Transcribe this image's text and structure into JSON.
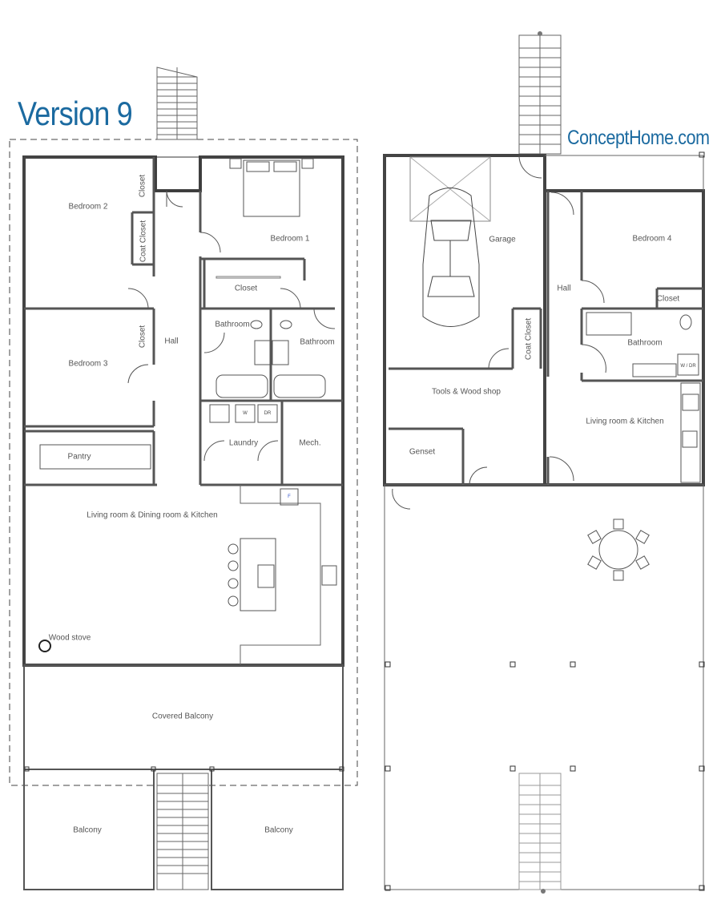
{
  "title": "Version 9",
  "brand": "ConceptHome.com",
  "left_plan": {
    "rooms": {
      "bedroom2": "Bedroom 2",
      "closet_top": "Closet",
      "coat_closet": "Coat Closet",
      "bedroom1": "Bedroom 1",
      "closet_b1": "Closet",
      "hall": "Hall",
      "closet_hall": "Closet",
      "bedroom3": "Bedroom 3",
      "bathroom1": "Bathroom",
      "bathroom2": "Bathroom",
      "pantry": "Pantry",
      "laundry": "Laundry",
      "mech": "Mech.",
      "washer": "W",
      "dryer": "DR",
      "fridge": "F",
      "living": "Living room & Dining room & Kitchen",
      "wood_stove": "Wood stove",
      "covered_balcony": "Covered Balcony",
      "balcony_left": "Balcony",
      "balcony_right": "Balcony"
    }
  },
  "right_plan": {
    "rooms": {
      "garage": "Garage",
      "hall": "Hall",
      "bedroom4": "Bedroom 4",
      "closet": "Closet",
      "coat_closet": "Coat Closet",
      "bathroom": "Bathroom",
      "wd": "W / DR",
      "tools": "Tools & Wood shop",
      "genset": "Genset",
      "living_kitchen": "Living room & Kitchen"
    }
  }
}
